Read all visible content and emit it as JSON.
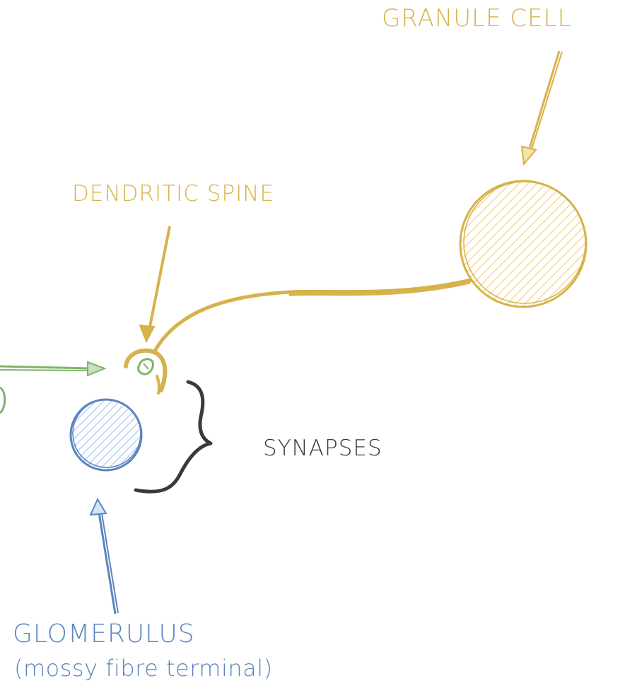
{
  "labels": {
    "granule_cell": "GRANULE CELL",
    "dendritic_spine": "DENDRITIC SPINE",
    "synapses": "SYNAPSES",
    "glomerulus": "GLOMERULUS",
    "glomerulus_sub": "(mossy fibre terminal)"
  },
  "colors": {
    "granule": "#d6b24a",
    "granule_fill": "#fbe6b4",
    "glomerulus": "#5b84c0",
    "glomerulus_fill": "#c9dbf3",
    "synapse_green": "#7fb46a",
    "brace": "#3a3a3a"
  }
}
